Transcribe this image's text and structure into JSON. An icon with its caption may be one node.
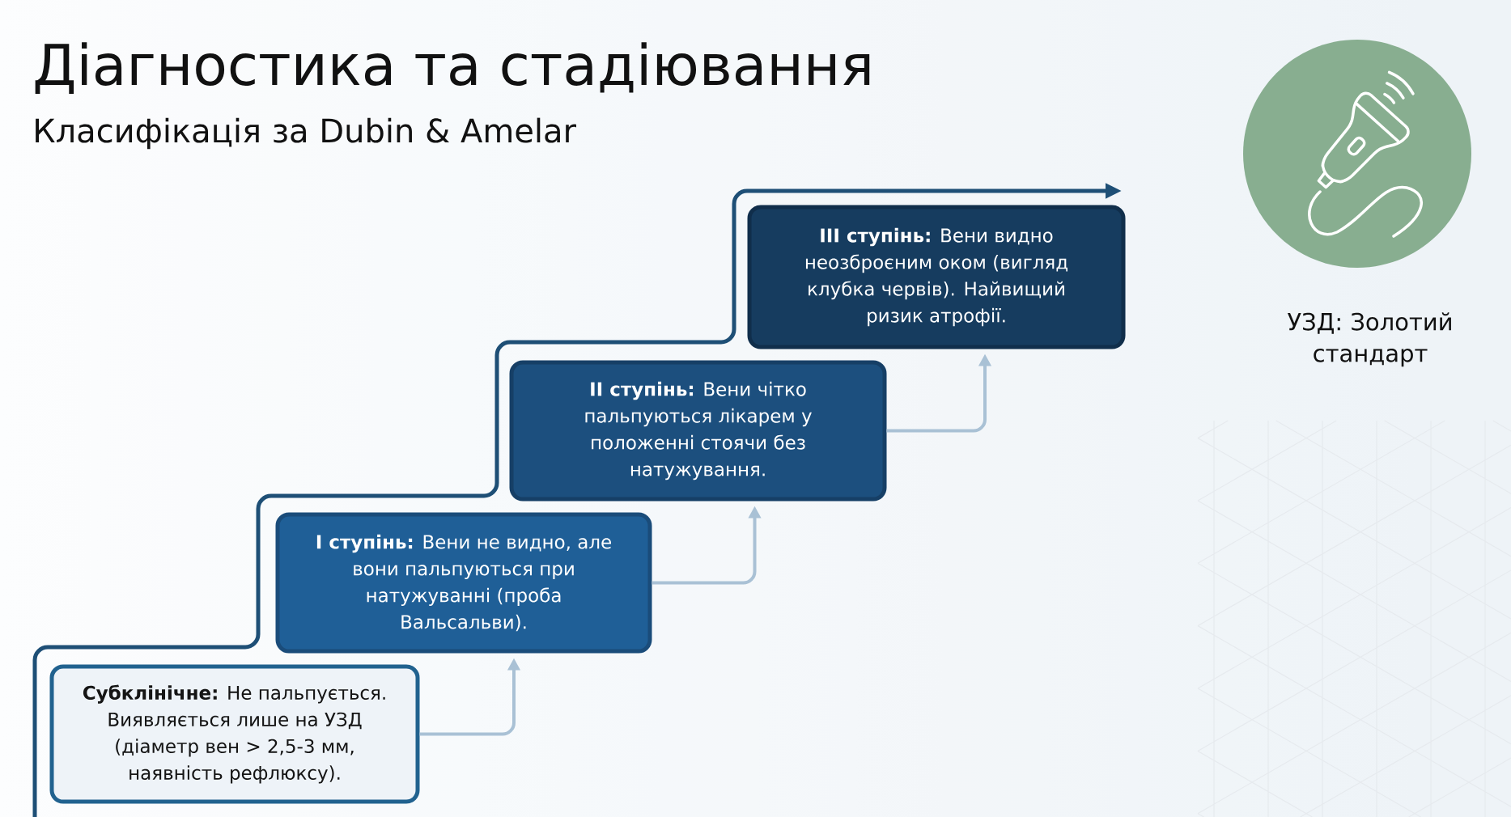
{
  "diagram": {
    "title": "Діагностика та стадіювання",
    "nodes": [
      {
        "text": [
          "**Субклінічне:** Не пальпується. Виявляється лише на УЗД (діаметр вен > 2,5-3 мм, наявність рефлюксу)."
        ]
      },
      {
        "text": [
          "**I ступінь:** Вени не видно, але вони пальпуються при натужуванні (проба Вальсальви)."
        ]
      },
      {
        "text": [
          "**II ступінь:** Вени чітко пальпуються лікарем у положенні стоячи без натужування."
        ]
      },
      {
        "text": [
          "**III ступінь:** Вени видно неозброєним оком (вигляд клубка червів). Найвищий ризик атрофії."
        ]
      }
    ],
    "edges": [
      {
        "from": 0,
        "to": 1,
        "arrow": "to"
      },
      {
        "from": 1,
        "to": 2,
        "arrow": "to"
      },
      {
        "from": 2,
        "to": 3,
        "arrow": "to"
      }
    ],
    "labels": [
      "Класифікація за Dubin & Amelar",
      "УЗД: Золотий стандарт"
    ]
  }
}
